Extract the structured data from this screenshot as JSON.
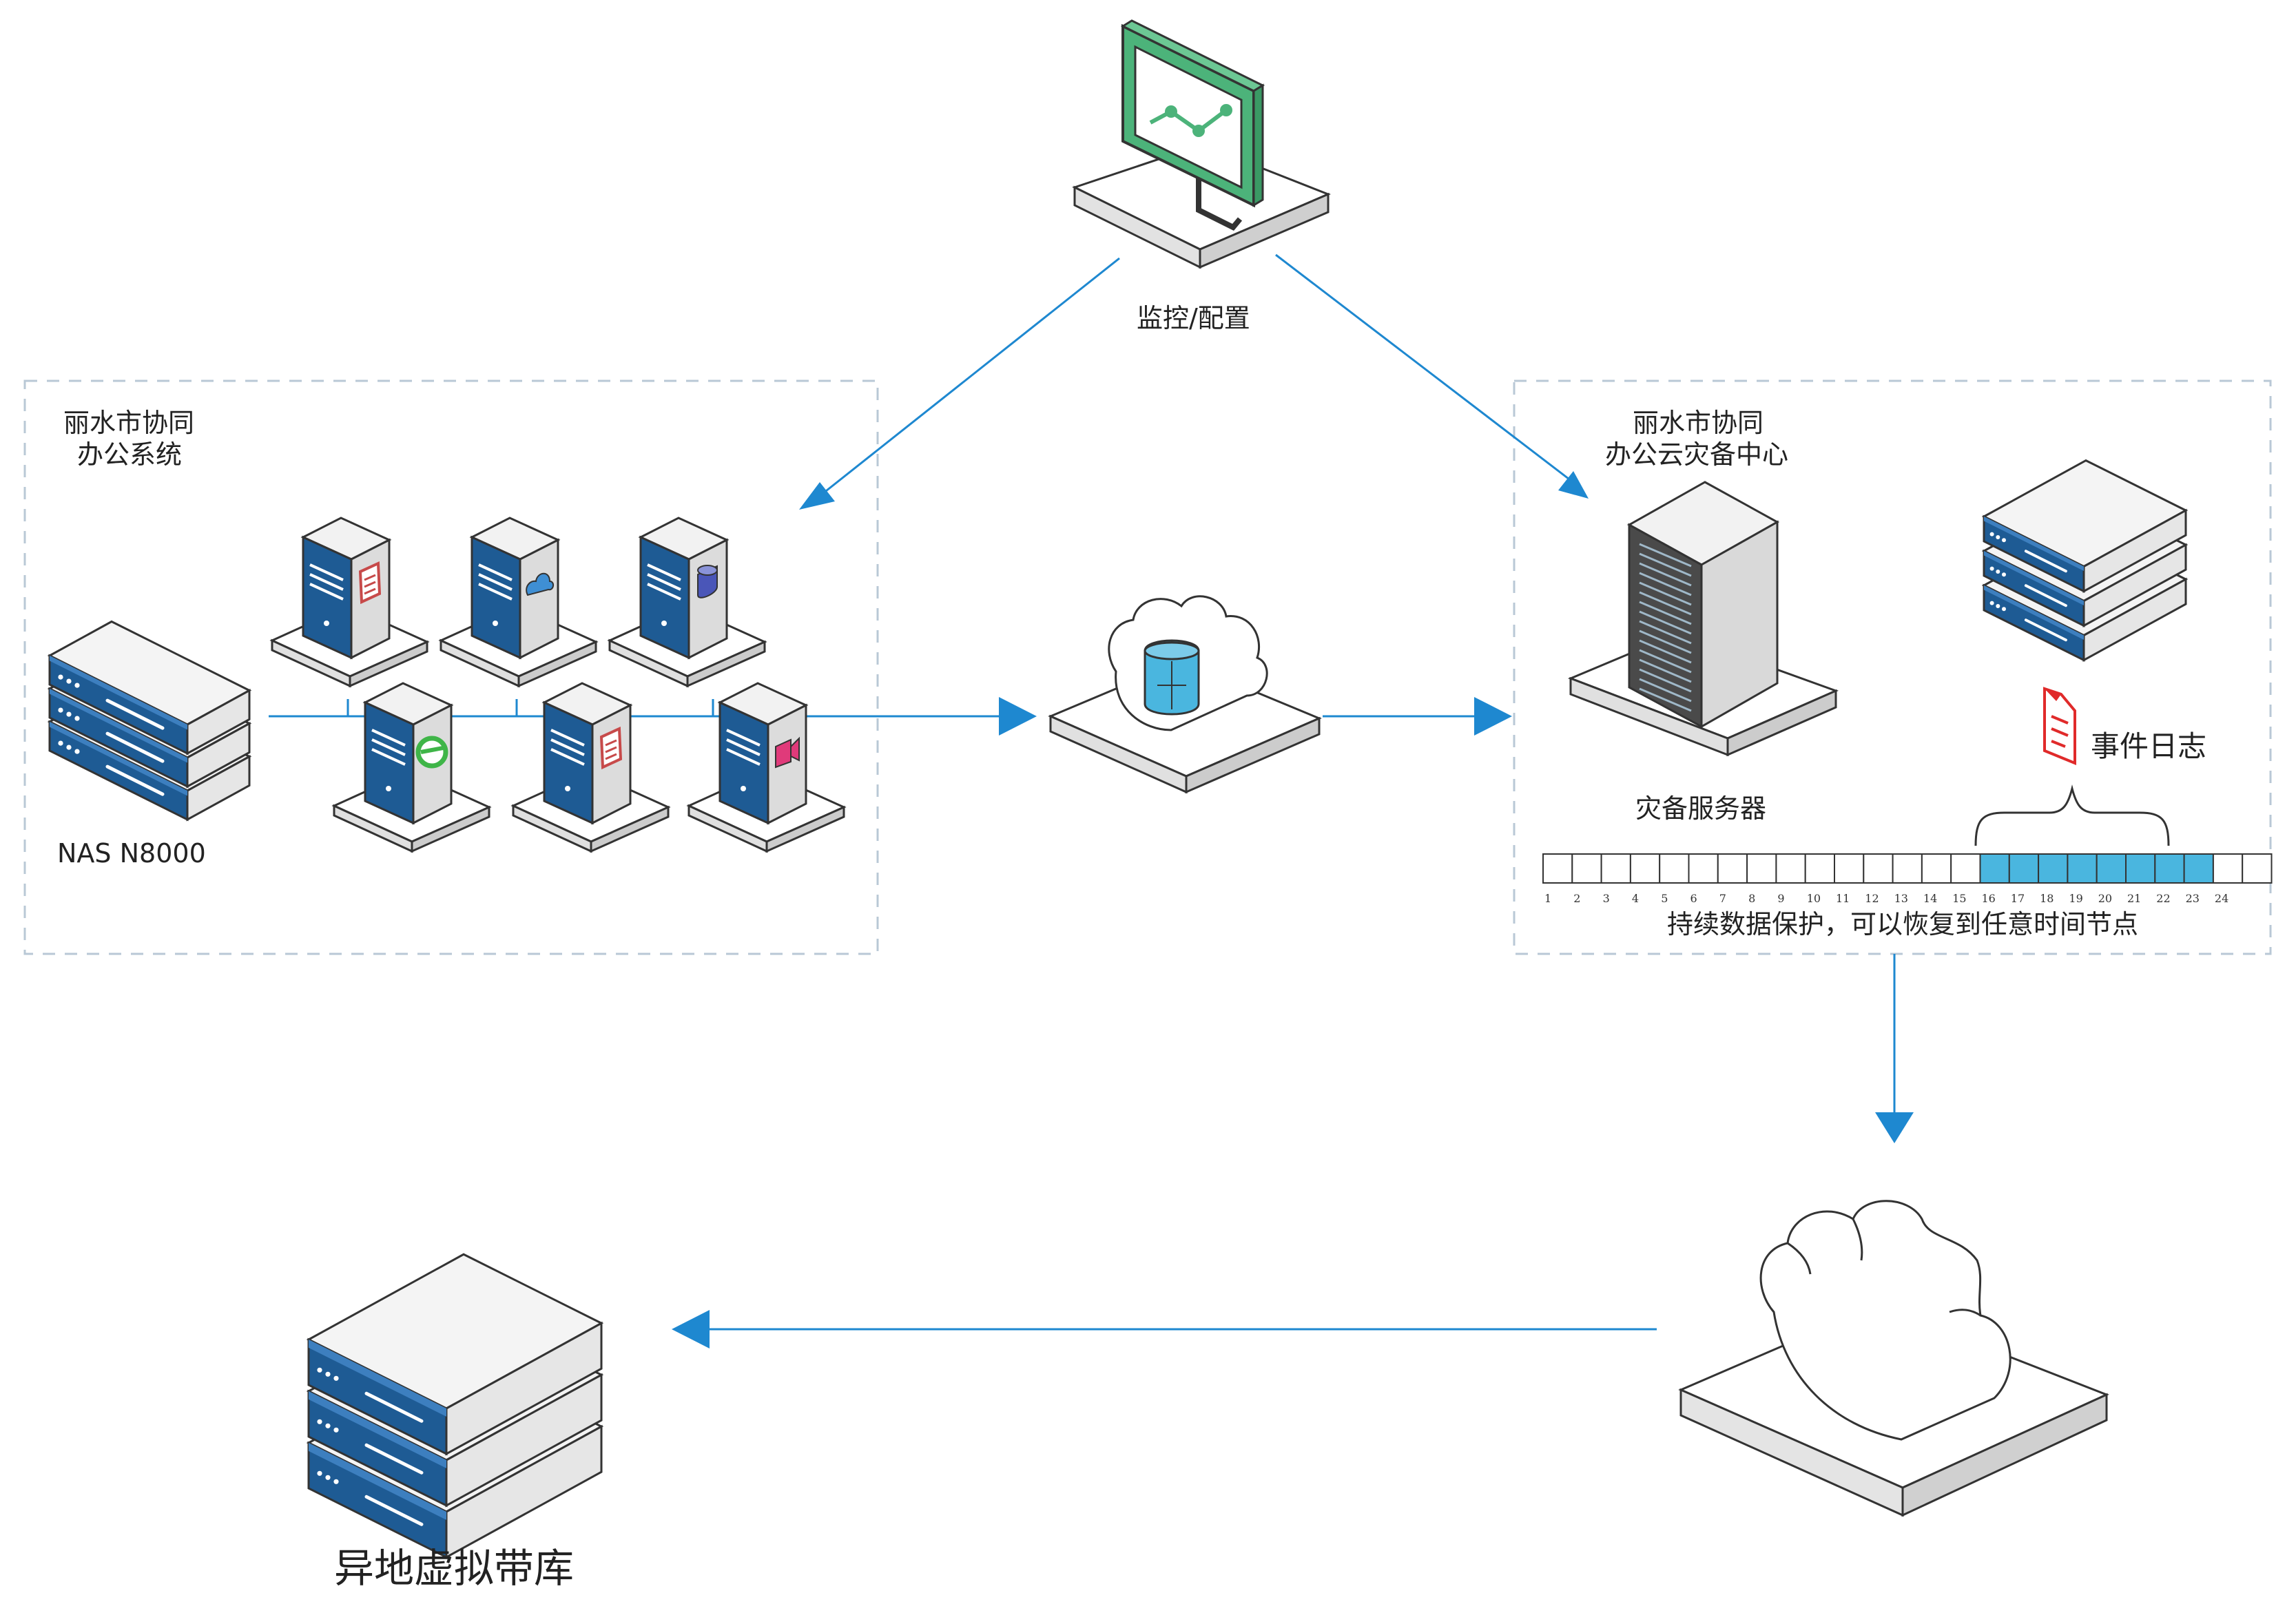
{
  "labels": {
    "monitor": "监控/配置",
    "office_system_line1": "丽水市协同",
    "office_system_line2": "办公系统",
    "dr_center_line1": "丽水市协同",
    "dr_center_line2": "办公云灾备中心",
    "nas": "NAS N8000",
    "dr_server": "灾备服务器",
    "event_log": "事件日志",
    "cdp": "持续数据保护，可以恢复到任意时间节点",
    "offsite_tape": "异地虚拟带库"
  },
  "timeline": {
    "ticks": [
      "1",
      "2",
      "3",
      "4",
      "5",
      "6",
      "7",
      "8",
      "9",
      "10",
      "11",
      "12",
      "13",
      "14",
      "15",
      "16",
      "17",
      "18",
      "19",
      "20",
      "21",
      "22",
      "23",
      "24"
    ],
    "highlight_start": 15,
    "highlight_end": 22
  },
  "colors": {
    "blue": "#1e88d0",
    "server_blue": "#1e5b94",
    "monitor_green": "#4cb37a",
    "timeline_fill": "#4ab6df",
    "dash": "#b9c8d6"
  }
}
